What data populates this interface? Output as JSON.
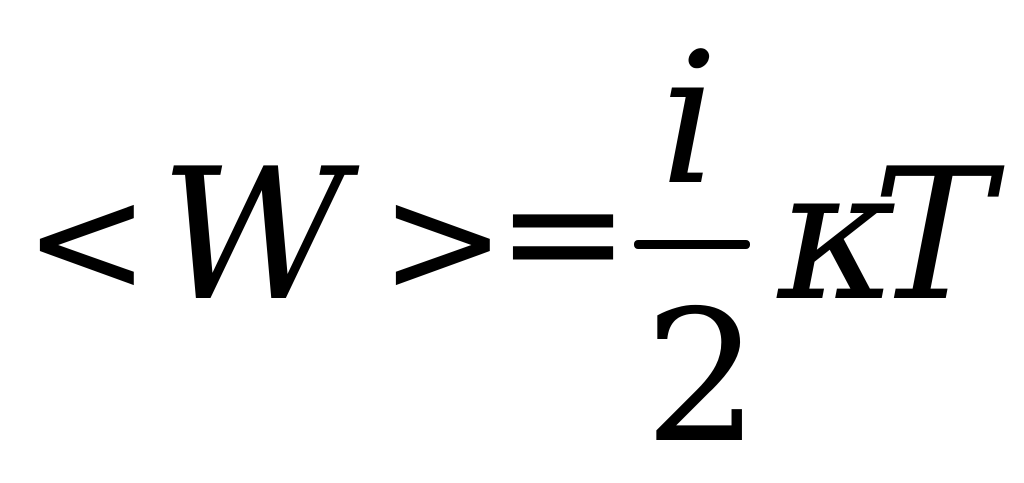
{
  "formula": {
    "left_angle": "<",
    "variable_w": "W",
    "right_angle": ">",
    "equals": "=",
    "numerator": "i",
    "denominator": "2",
    "kappa": "κ",
    "temperature": "T"
  }
}
